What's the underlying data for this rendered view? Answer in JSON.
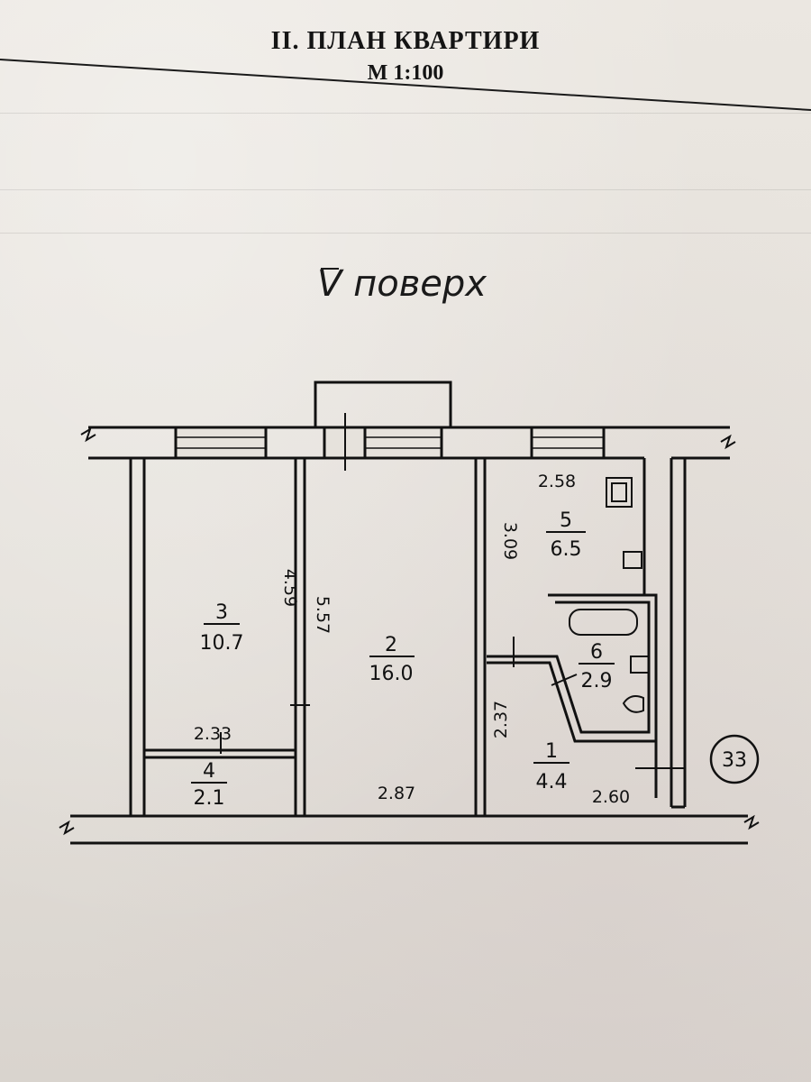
{
  "title": {
    "line1": "II. ПЛАН КВАРТИРИ",
    "line2": "М 1:100"
  },
  "floor_label": "V поверх",
  "rooms": [
    {
      "number": "1",
      "area": "4.4"
    },
    {
      "number": "2",
      "area": "16.0"
    },
    {
      "number": "3",
      "area": "10.7"
    },
    {
      "number": "4",
      "area": "2.1"
    },
    {
      "number": "5",
      "area": "6.5"
    },
    {
      "number": "6",
      "area": "2.9"
    }
  ],
  "dimensions": {
    "kitchen_width": "2.58",
    "kitchen_length": "3.09",
    "room2_length": "5.57",
    "room2_width": "2.87",
    "room3_length": "4.59",
    "room4_width": "2.33",
    "hall_length": "2.37",
    "hall_width": "2.60"
  },
  "apartment_number": "33",
  "colors": {
    "paper": "#e6e2dc",
    "ink": "#111111"
  }
}
